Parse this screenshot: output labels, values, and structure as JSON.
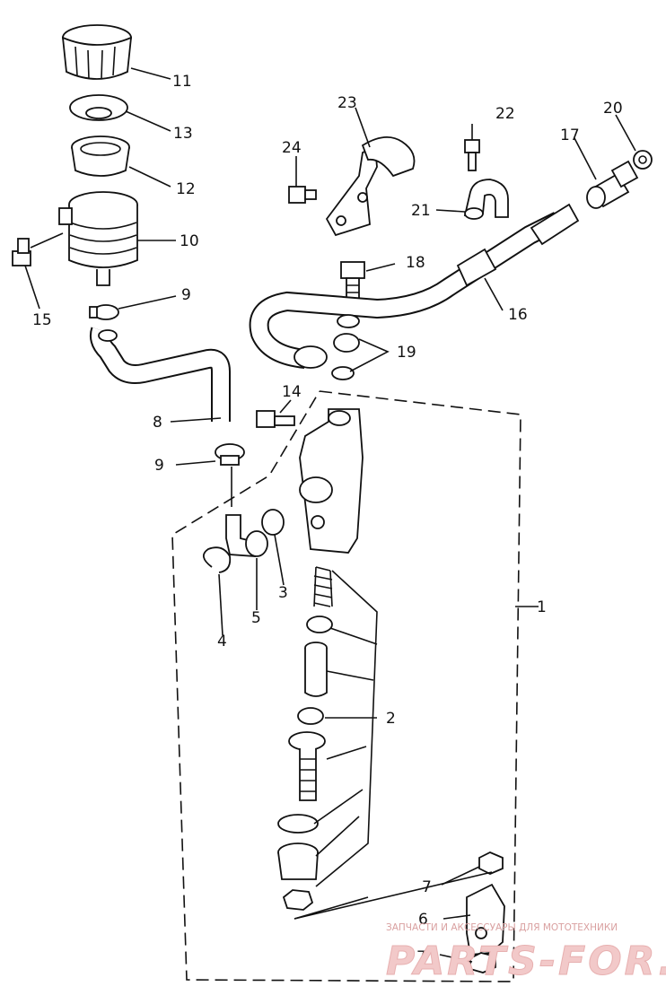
{
  "diagram": {
    "callouts": [
      {
        "id": "11",
        "text": "11"
      },
      {
        "id": "13",
        "text": "13"
      },
      {
        "id": "12",
        "text": "12"
      },
      {
        "id": "10",
        "text": "10"
      },
      {
        "id": "15",
        "text": "15"
      },
      {
        "id": "9a",
        "text": "9"
      },
      {
        "id": "8",
        "text": "8"
      },
      {
        "id": "9b",
        "text": "9"
      },
      {
        "id": "23",
        "text": "23"
      },
      {
        "id": "24",
        "text": "24"
      },
      {
        "id": "22",
        "text": "22"
      },
      {
        "id": "20",
        "text": "20"
      },
      {
        "id": "17",
        "text": "17"
      },
      {
        "id": "21",
        "text": "21"
      },
      {
        "id": "18",
        "text": "18"
      },
      {
        "id": "16",
        "text": "16"
      },
      {
        "id": "19",
        "text": "19"
      },
      {
        "id": "14",
        "text": "14"
      },
      {
        "id": "3",
        "text": "3"
      },
      {
        "id": "5",
        "text": "5"
      },
      {
        "id": "4",
        "text": "4"
      },
      {
        "id": "1",
        "text": "1"
      },
      {
        "id": "2",
        "text": "2"
      },
      {
        "id": "7a",
        "text": "7"
      },
      {
        "id": "6",
        "text": "6"
      },
      {
        "id": "7b",
        "text": "7"
      }
    ]
  },
  "watermark": {
    "caption": "ЗАПЧАСТИ И АКСЕССУАРЫ ДЛЯ МОТОТЕХНИКИ",
    "brand": "PARTS-FOR.RU"
  }
}
